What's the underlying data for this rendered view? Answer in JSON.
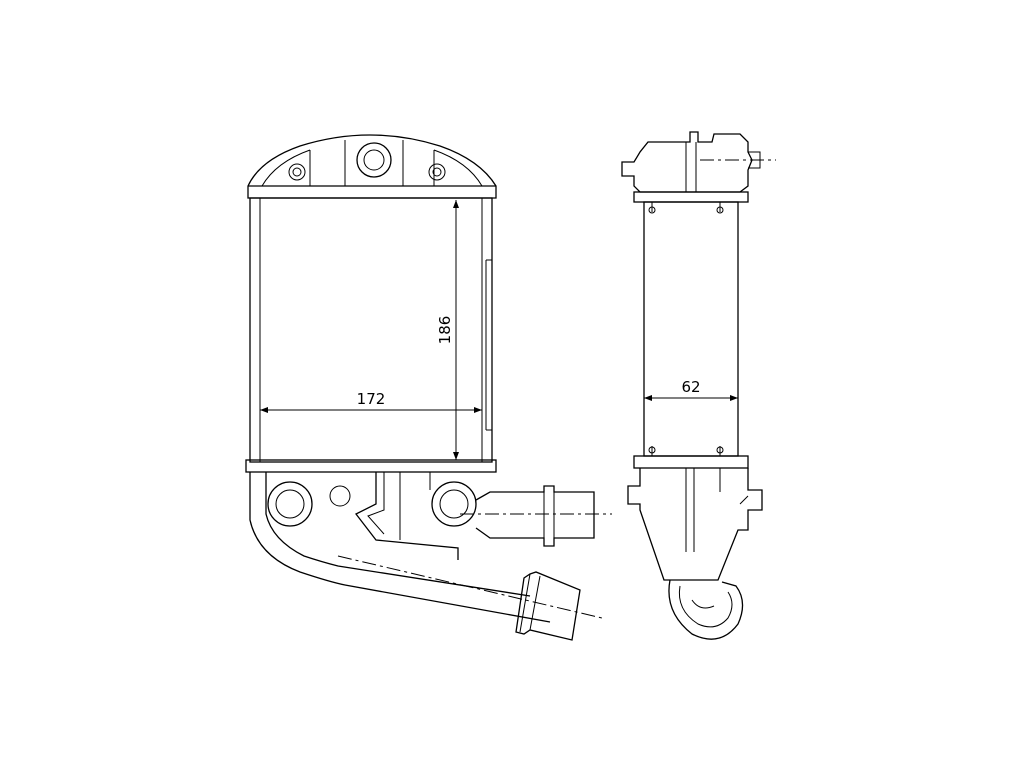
{
  "front_view": {
    "width_label": "172",
    "height_label": "186"
  },
  "side_view": {
    "depth_label": "62"
  }
}
